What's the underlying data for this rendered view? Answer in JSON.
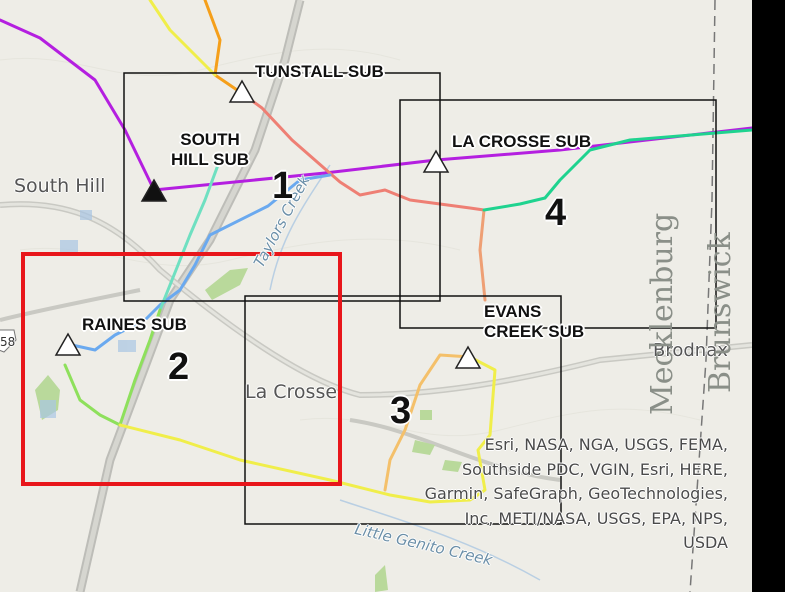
{
  "substations": [
    {
      "id": "tunstall",
      "label": "TUNSTALL SUB",
      "marker": "open-triangle"
    },
    {
      "id": "south-hill",
      "label": "SOUTH\nHILL SUB",
      "marker": "filled-triangle"
    },
    {
      "id": "la-crosse",
      "label": "LA CROSSE SUB",
      "marker": "open-triangle"
    },
    {
      "id": "raines",
      "label": "RAINES SUB",
      "marker": "open-triangle"
    },
    {
      "id": "evans-creek",
      "label": "EVANS\nCREEK SUB",
      "marker": "open-triangle"
    }
  ],
  "areas": [
    "1",
    "2",
    "3",
    "4"
  ],
  "places": {
    "south_hill": "South Hill",
    "la_crosse": "La Crosse",
    "brodnax": "Brodnax",
    "route_shield": "58"
  },
  "counties": {
    "mecklenburg": "Mecklenburg",
    "brunswick": "Brunswick"
  },
  "water": {
    "taylors_creek": "Taylors Creek",
    "little_genito_creek": "Little Genito Creek"
  },
  "attribution": [
    "Esri, NASA, NGA, USGS, FEMA,",
    "Southside PDC, VGIN, Esri, HERE,",
    "Garmin, SafeGraph, GeoTechnologies,",
    "Inc, METI/NASA, USGS, EPA, NPS,",
    "USDA"
  ],
  "colors": {
    "highlight_box": "#e8161b",
    "area_box": "#111111",
    "line_purple": "#b41fe0",
    "line_orange": "#f59f1a",
    "line_yellow": "#f0ee4a",
    "line_salmon": "#ee7f74",
    "line_blue": "#6aa9ef",
    "line_teal": "#1fd38f",
    "line_green": "#8ee05c"
  }
}
